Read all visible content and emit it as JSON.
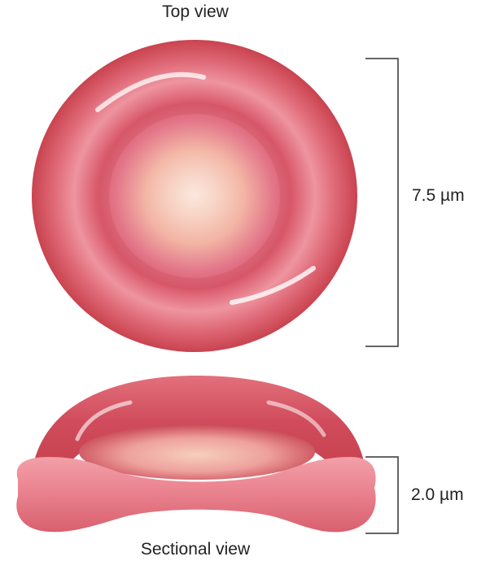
{
  "labels": {
    "top_view": "Top view",
    "sectional_view": "Sectional view",
    "diameter": "7.5 µm",
    "thickness": "2.0 µm"
  },
  "colors": {
    "cell_rim": "#d9505f",
    "cell_center": "#f7cdb8",
    "highlight": "#ffffff",
    "bracket": "#333333"
  }
}
